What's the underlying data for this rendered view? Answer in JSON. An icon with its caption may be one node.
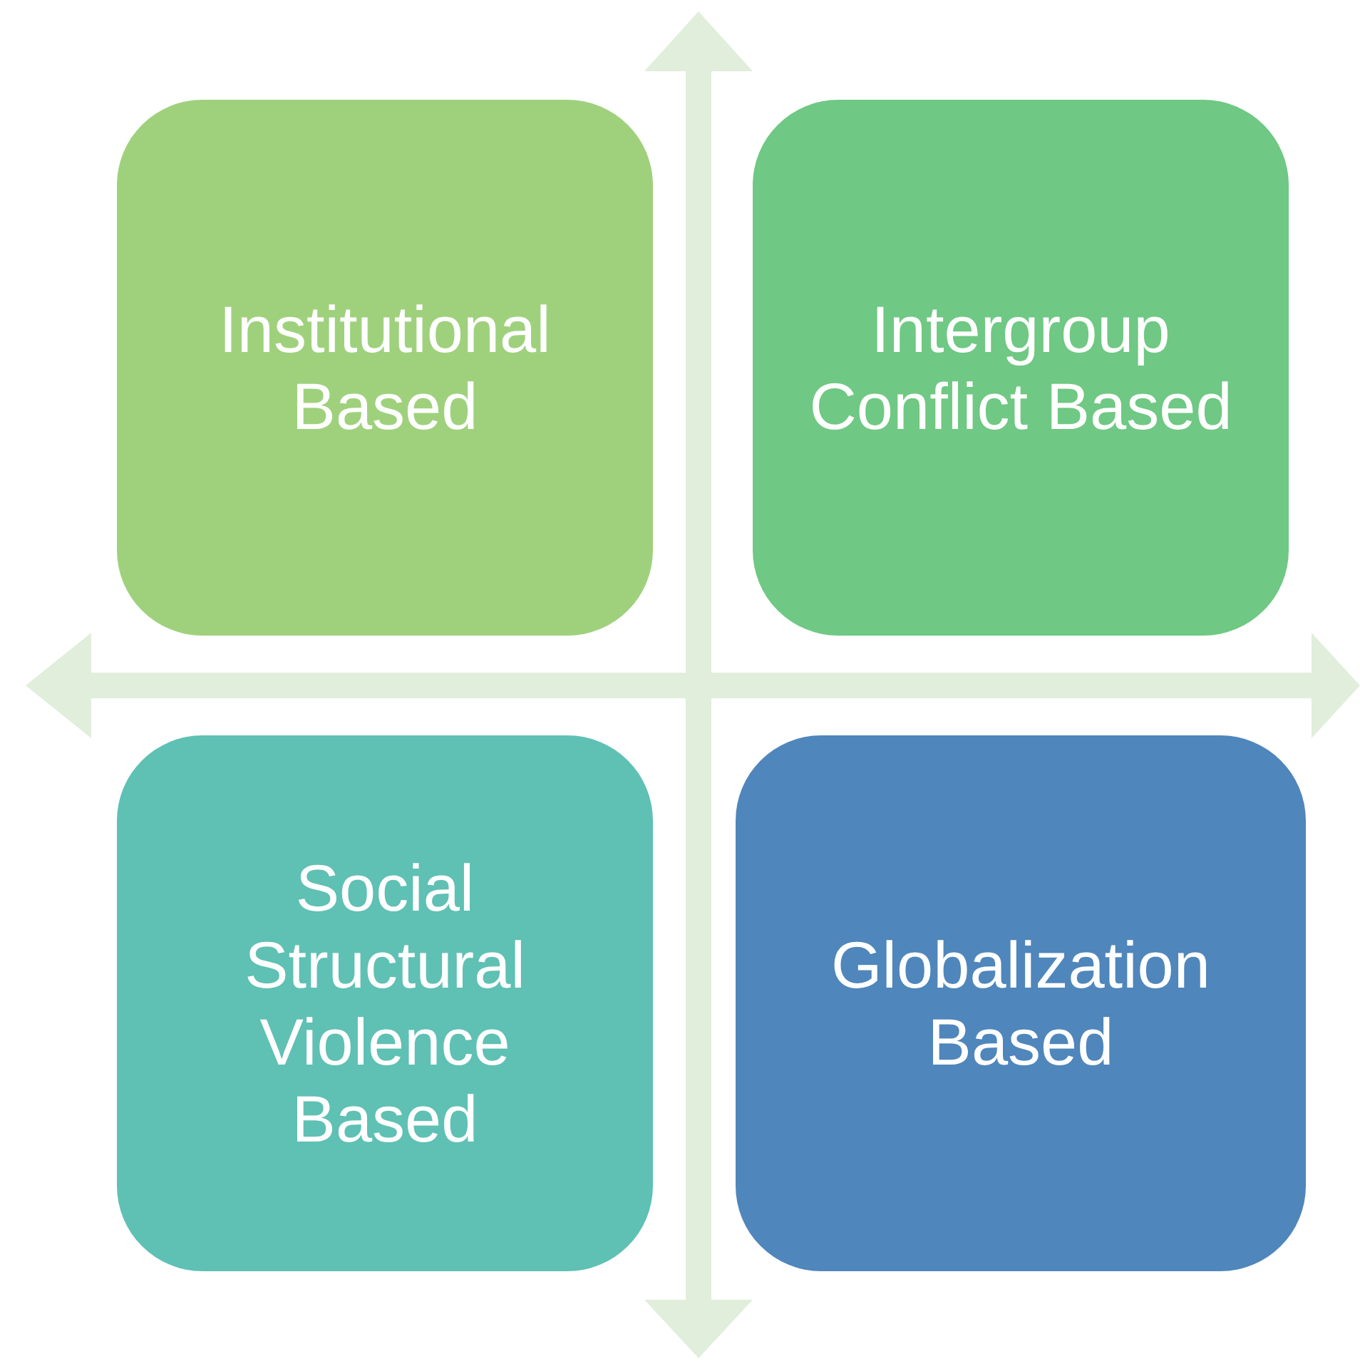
{
  "diagram": {
    "nodes": [
      {
        "text": [
          "Institutional Based"
        ]
      },
      {
        "text": [
          "Intergroup Conflict Based"
        ]
      },
      {
        "text": [
          "Social Structural Violence Based"
        ]
      },
      {
        "text": [
          "Globalization Based"
        ]
      }
    ]
  }
}
